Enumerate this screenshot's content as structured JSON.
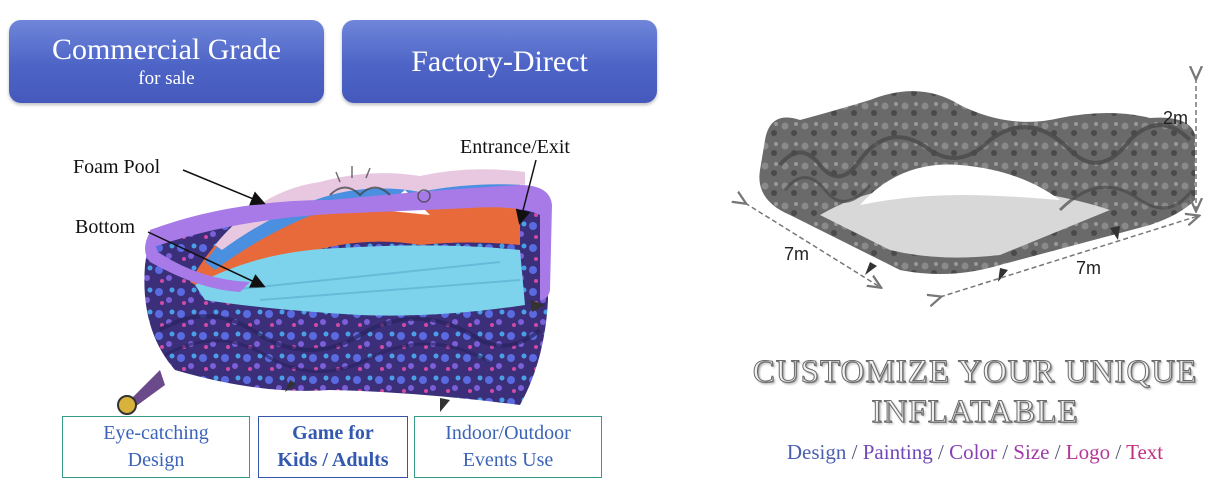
{
  "badges": {
    "left_main": "Commercial Grade",
    "left_sub": "for sale",
    "right_main": "Factory-Direct"
  },
  "callouts": {
    "foam_pool": "Foam Pool",
    "bottom": "Bottom",
    "entrance": "Entrance/Exit"
  },
  "features": [
    {
      "line1": "Eye-catching",
      "line2": "Design"
    },
    {
      "line1": "Game for",
      "line2": "Kids / Adults"
    },
    {
      "line1": "Indoor/Outdoor",
      "line2": "Events Use"
    }
  ],
  "dimensions": {
    "left": "7m",
    "right": "7m",
    "height": "2m"
  },
  "headline": {
    "line1": "CUSTOMIZE YOUR UNIQUE",
    "line2": "INFLATABLE"
  },
  "customize_options": [
    "Design",
    "Painting",
    "Color",
    "Size",
    "Logo",
    "Text"
  ],
  "separator": "/",
  "colors": {
    "badge_blue": "#5068c8",
    "feature_text": "#3b63b8",
    "pool_blue": "#7ed3ec",
    "wall_purple": "#3a2f78",
    "rim_violet": "#a77ae8"
  }
}
